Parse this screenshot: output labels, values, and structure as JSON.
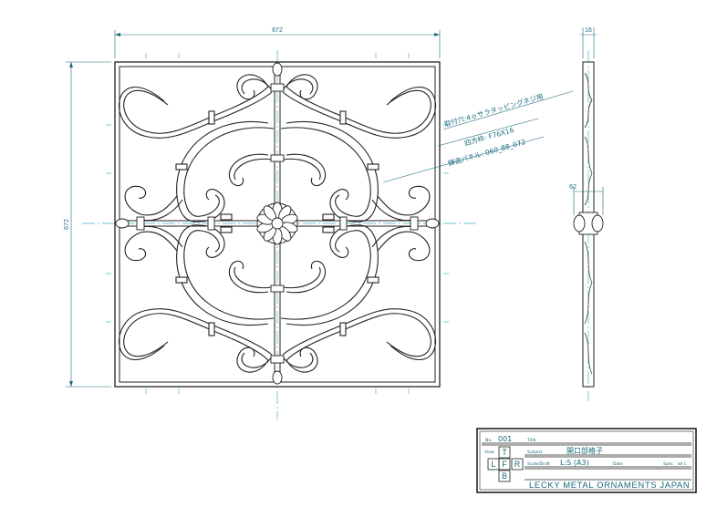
{
  "dimensions": {
    "top_width": "672",
    "left_height": "672",
    "side_thickness": "16",
    "side_boss": "62"
  },
  "leaders": {
    "mounting_holes": "取付穴:4ｏサラタッピングネジ用",
    "square_bar": "四方枠: F76X16",
    "cast_panel": "鋳造パネル: 060_88_072"
  },
  "title_block": {
    "no_label": "No.",
    "no_value": "001",
    "title_label": "Title",
    "view_label": "View",
    "subject_label": "Subject",
    "subject_value": "開口部格子",
    "scale_label": "Scale/Draft",
    "scale_value": "L:S (A3)",
    "date_label": "Date",
    "wt_label": "Spec",
    "wt_value": "wt L",
    "views": {
      "top": "T",
      "left": "L",
      "front": "F",
      "right": "R",
      "bottom": "B"
    },
    "company": "LECKY METAL ORNAMENTS JAPAN"
  },
  "colors": {
    "ink": "#222222",
    "dimension": "#1a6a7a",
    "centerline": "#39b8c8"
  }
}
